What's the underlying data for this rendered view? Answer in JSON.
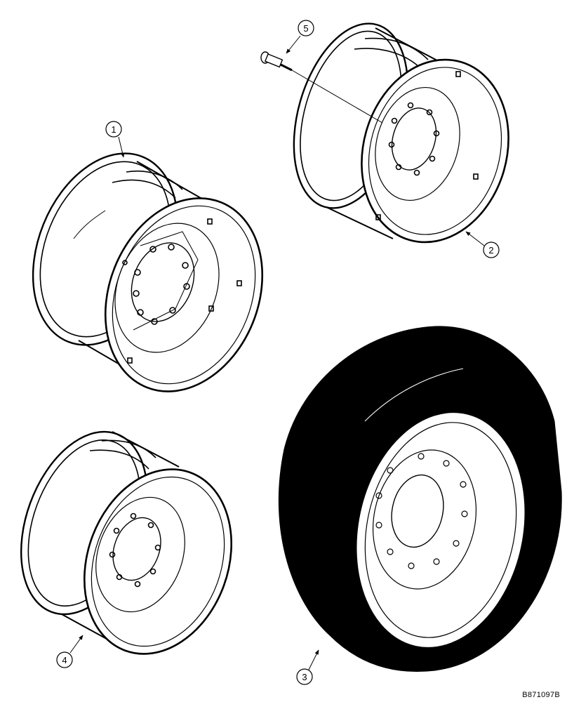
{
  "figure": {
    "drawing_code": "B871097B",
    "callouts": [
      {
        "id": "callout-1",
        "label": "1"
      },
      {
        "id": "callout-2",
        "label": "2"
      },
      {
        "id": "callout-3",
        "label": "3"
      },
      {
        "id": "callout-4",
        "label": "4"
      },
      {
        "id": "callout-5",
        "label": "5"
      }
    ]
  },
  "colors": {
    "ink": "#000000",
    "paper": "#ffffff"
  }
}
